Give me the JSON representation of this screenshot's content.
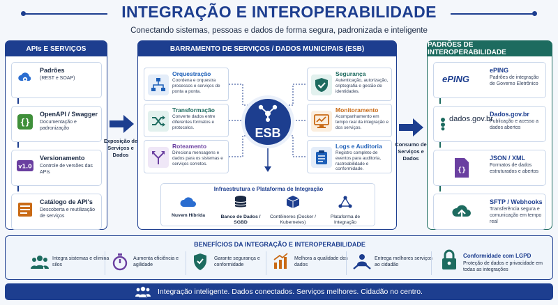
{
  "header": {
    "title": "INTEGRAÇÃO E INTEROPERABILIDADE",
    "subtitle": "Conectando sistemas, pessoas e dados de forma segura, padronizada e inteligente"
  },
  "apis": {
    "title": "APIs E SERVIÇOS",
    "items": [
      {
        "title": "Padrões",
        "text": "(REST e SOAP)"
      },
      {
        "title": "OpenAPI / Swagger",
        "text": "Documentação e padronização"
      },
      {
        "title": "Versionamento",
        "text": "Controle de versões das APIs",
        "icon_label": "v1.0"
      },
      {
        "title": "Catálogo de API's",
        "text": "Descoberta e reutilização de serviços"
      }
    ]
  },
  "arrows": {
    "left_label": "Exposição de Serviços e Dados",
    "right_label": "Consumo de Serviços e Dados"
  },
  "esb": {
    "title": "BARRAMENTO DE SERVIÇOS / DADOS MUNICIPAIS (ESB)",
    "center_label": "ESB",
    "cards": [
      {
        "title": "Orquestração",
        "text": "Coordena e orquestra processos e serviços de ponta a ponta.",
        "color": "#1d5fb8"
      },
      {
        "title": "Transformação",
        "text": "Converte dados entre diferentes formatos e protocolos.",
        "color": "#1d6b5f"
      },
      {
        "title": "Roteamento",
        "text": "Direciona mensagens e dados para os sistemas e serviços corretos.",
        "color": "#6a3fa0"
      },
      {
        "title": "Segurança",
        "text": "Autenticação, autorização, criptografia e gestão de identidades.",
        "color": "#1d6b5f"
      },
      {
        "title": "Monitoramento",
        "text": "Acompanhamento em tempo real da integração e dos serviços.",
        "color": "#c96a15"
      },
      {
        "title": "Logs e Auditoria",
        "text": "Registro completo de eventos para auditoria, rastreabilidade e conformidade.",
        "color": "#1d5fb8"
      }
    ],
    "infra": {
      "title": "Infraestrutura e Plataforma de Integração",
      "items": [
        "Nuvem Híbrida",
        "Banco de Dados / SGBD",
        "Contêineres (Docker / Kubernetes)",
        "Plataforma de Integração"
      ]
    }
  },
  "standards": {
    "title": "PADRÕES DE INTEROPERABILIDADE",
    "items": [
      {
        "title": "ePING",
        "text": "Padrões de integração de Governo Eletrônico",
        "logo": "ePING"
      },
      {
        "title": "Dados.gov.br",
        "text": "Publicação e acesso a dados abertos",
        "logo": "dados.gov.br"
      },
      {
        "title": "JSON / XML",
        "text": "Formatos de dados estruturados e abertos"
      },
      {
        "title": "SFTP / Webhooks",
        "text": "Transferência segura e comunicação em tempo real"
      }
    ]
  },
  "benefits": {
    "title": "BENEFÍCIOS DA INTEGRAÇÃO E INTEROPERABILIDADE",
    "items": [
      "Integra sistemas e elimina silos",
      "Aumenta eficiência e agilidade",
      "Garante segurança e conformidade",
      "Melhora a qualidade dos dados",
      "Entrega melhores serviços ao cidadão"
    ],
    "lgpd": {
      "title": "Conformidade com LGPD",
      "text": "Proteção de dados e privacidade em todas as integrações"
    }
  },
  "footer": {
    "text": "Integração inteligente. Dados conectados. Serviços melhores. Cidadão no centro."
  }
}
